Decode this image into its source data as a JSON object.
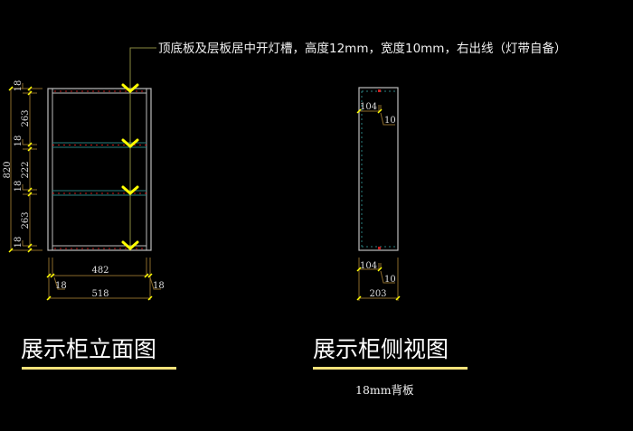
{
  "note": "顶底板及层板居中开灯槽，高度12mm，宽度10mm，右出线（灯带自备）",
  "front_view": {
    "title": "展示柜立面图",
    "height_total": "820",
    "height_dims": [
      "18",
      "263",
      "18",
      "222",
      "18",
      "263",
      "18"
    ],
    "inner_width": "482",
    "outer_width": "518",
    "side_left": "18",
    "side_right": "18"
  },
  "side_view": {
    "title": "展示柜侧视图",
    "subtitle": "18mm背板",
    "top_dim_a": "104",
    "top_dim_b": "10",
    "bottom_dim_a": "104",
    "bottom_dim_b": "10",
    "depth": "203"
  },
  "colors": {
    "background": "#000000",
    "panel": "#c8c8c8",
    "dimension": "#8a6a2a",
    "marker": "#ffff00",
    "underline": "#f5e27a",
    "groove": "#cc2020",
    "shelf_edge": "#2a8080"
  },
  "icons": [
    "groove-marker-icon"
  ]
}
